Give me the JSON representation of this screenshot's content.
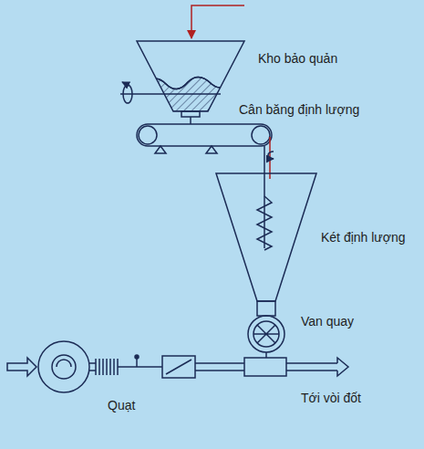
{
  "diagram": {
    "labels": [
      "Kho bảo quản",
      "Cân băng định lượng",
      "Két định lượng",
      "Van quay",
      "Quạt",
      "Tới vòi đốt"
    ]
  }
}
